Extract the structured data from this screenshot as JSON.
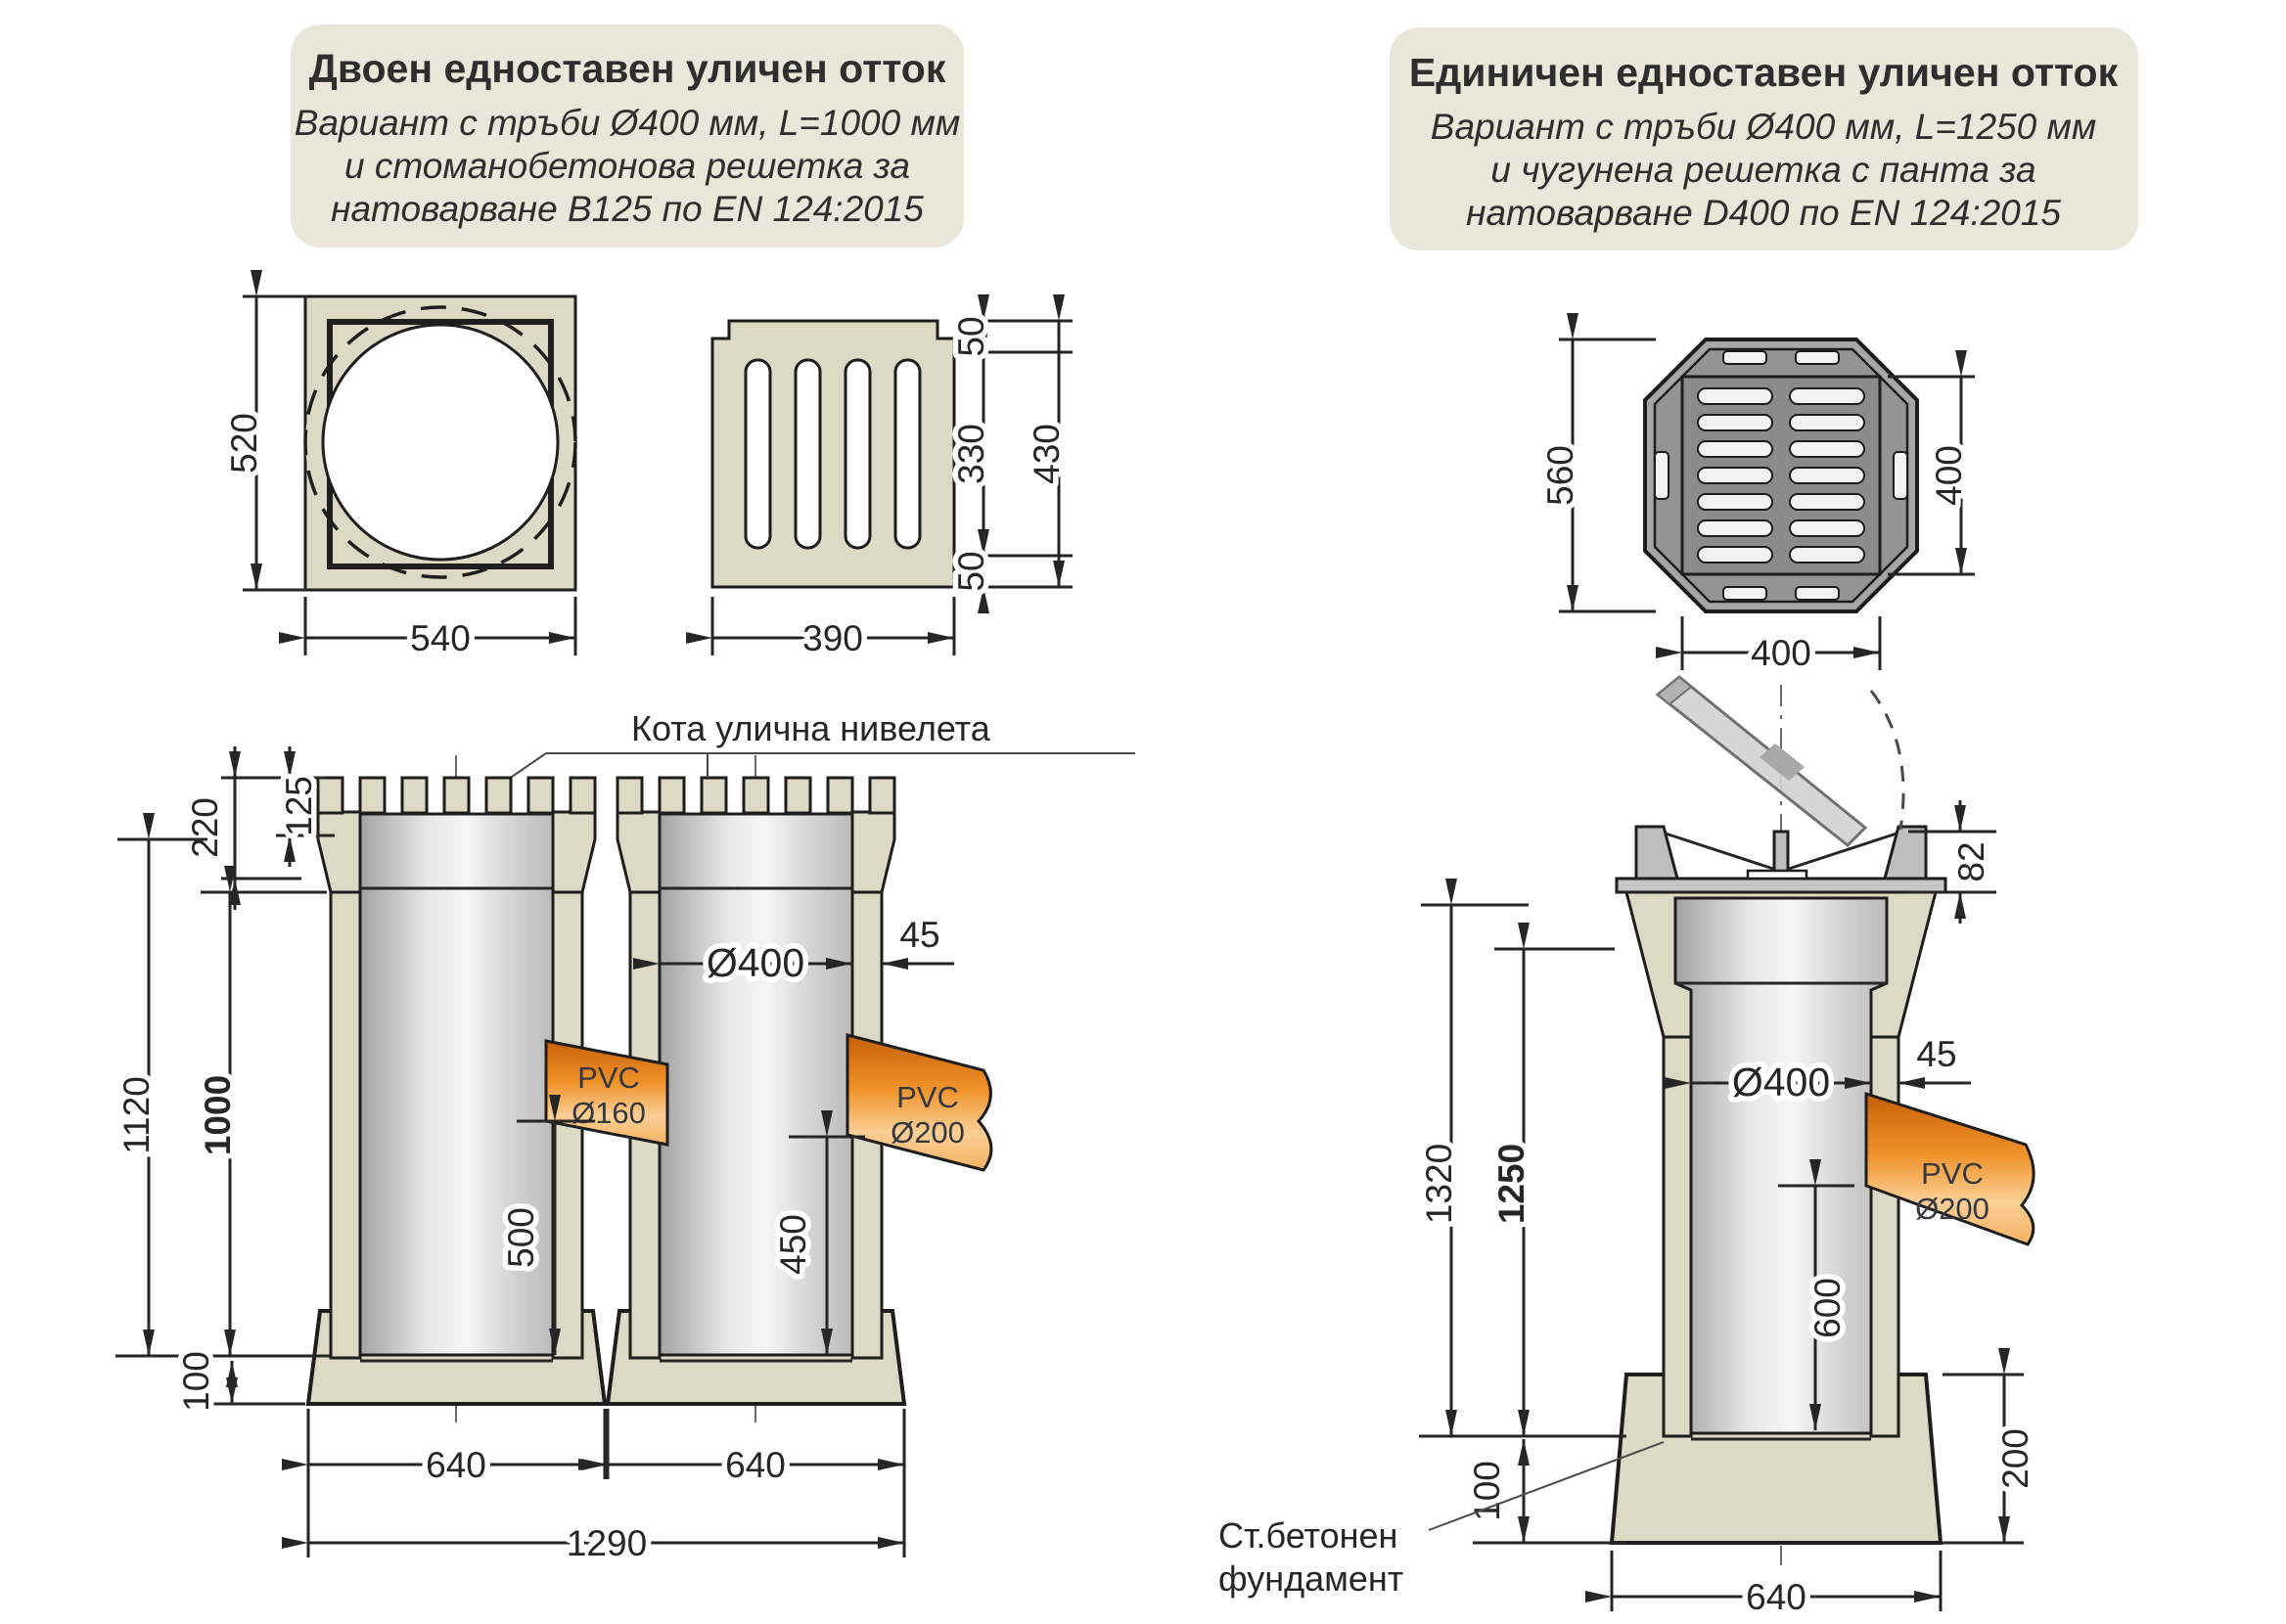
{
  "left": {
    "title": "Двоен едноставен уличен отток",
    "subtitle1": "Вариант с тръби Ø400 мм, L=1000 мм",
    "subtitle2": "и стоманобетонова решетка за",
    "subtitle3": "натоварване B125 по EN 124:2015",
    "top_frame": {
      "d520": "520",
      "d540": "540"
    },
    "top_grate": {
      "d50a": "50",
      "d330": "330",
      "d50b": "50",
      "d430": "430",
      "d390": "390"
    },
    "section": {
      "street_label": "Кота улична нивелета",
      "d220": "220",
      "d125": "125",
      "d1120": "1120",
      "d1000": "1000",
      "d100": "100",
      "d500": "500",
      "d450": "450",
      "dia400": "Ø400",
      "d45": "45",
      "d640a": "640",
      "d640b": "640",
      "d1290": "1290",
      "pvc160_line1": "PVC",
      "pvc160_line2": "Ø160",
      "pvc200_line1": "PVC",
      "pvc200_line2": "Ø200"
    }
  },
  "right": {
    "title": "Единичен едноставен уличен отток",
    "subtitle1": "Вариант с тръби Ø400 мм, L=1250 мм",
    "subtitle2": "и чугунена решетка с панта за",
    "subtitle3": "натоварване D400 по EN 124:2015",
    "top_grate": {
      "d560": "560",
      "d400r": "400",
      "d400b": "400"
    },
    "section": {
      "d82": "82",
      "d1320": "1320",
      "d1250": "1250",
      "d100": "100",
      "dia400": "Ø400",
      "d45": "45",
      "d600": "600",
      "d200": "200",
      "d640": "640",
      "pvc200_line1": "PVC",
      "pvc200_line2": "Ø200",
      "foundation_line1": "Ст.бетонен",
      "foundation_line2": "фундамент"
    }
  },
  "colors": {
    "header_bg": "#e9e7d9",
    "concrete": "#dcd9c4",
    "pvc_orange": "#ef8c1e",
    "cast_iron": "#a6a6a6",
    "line": "#262626"
  }
}
